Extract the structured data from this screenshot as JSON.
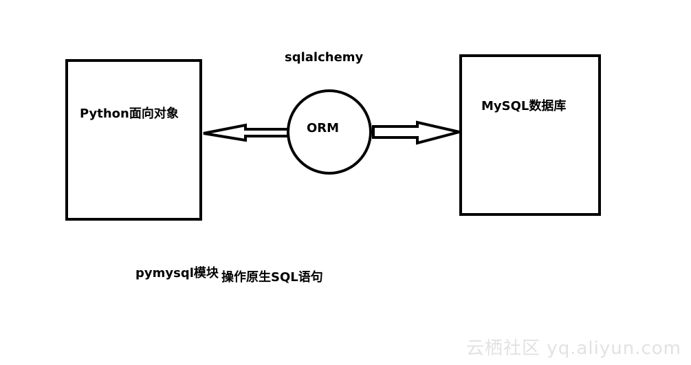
{
  "diagram": {
    "left_box_label": "Python面向对象",
    "right_box_label": "MySQL数据库",
    "center_node_label": "ORM",
    "top_label": "sqlalchemy",
    "bottom_label_1": "pymysql模块",
    "bottom_label_2": "操作原生SQL语句"
  },
  "watermark": "云栖社区 yq.aliyun.com",
  "colors": {
    "stroke": "#000000",
    "background": "#ffffff",
    "watermark": "#e2e2e2"
  }
}
